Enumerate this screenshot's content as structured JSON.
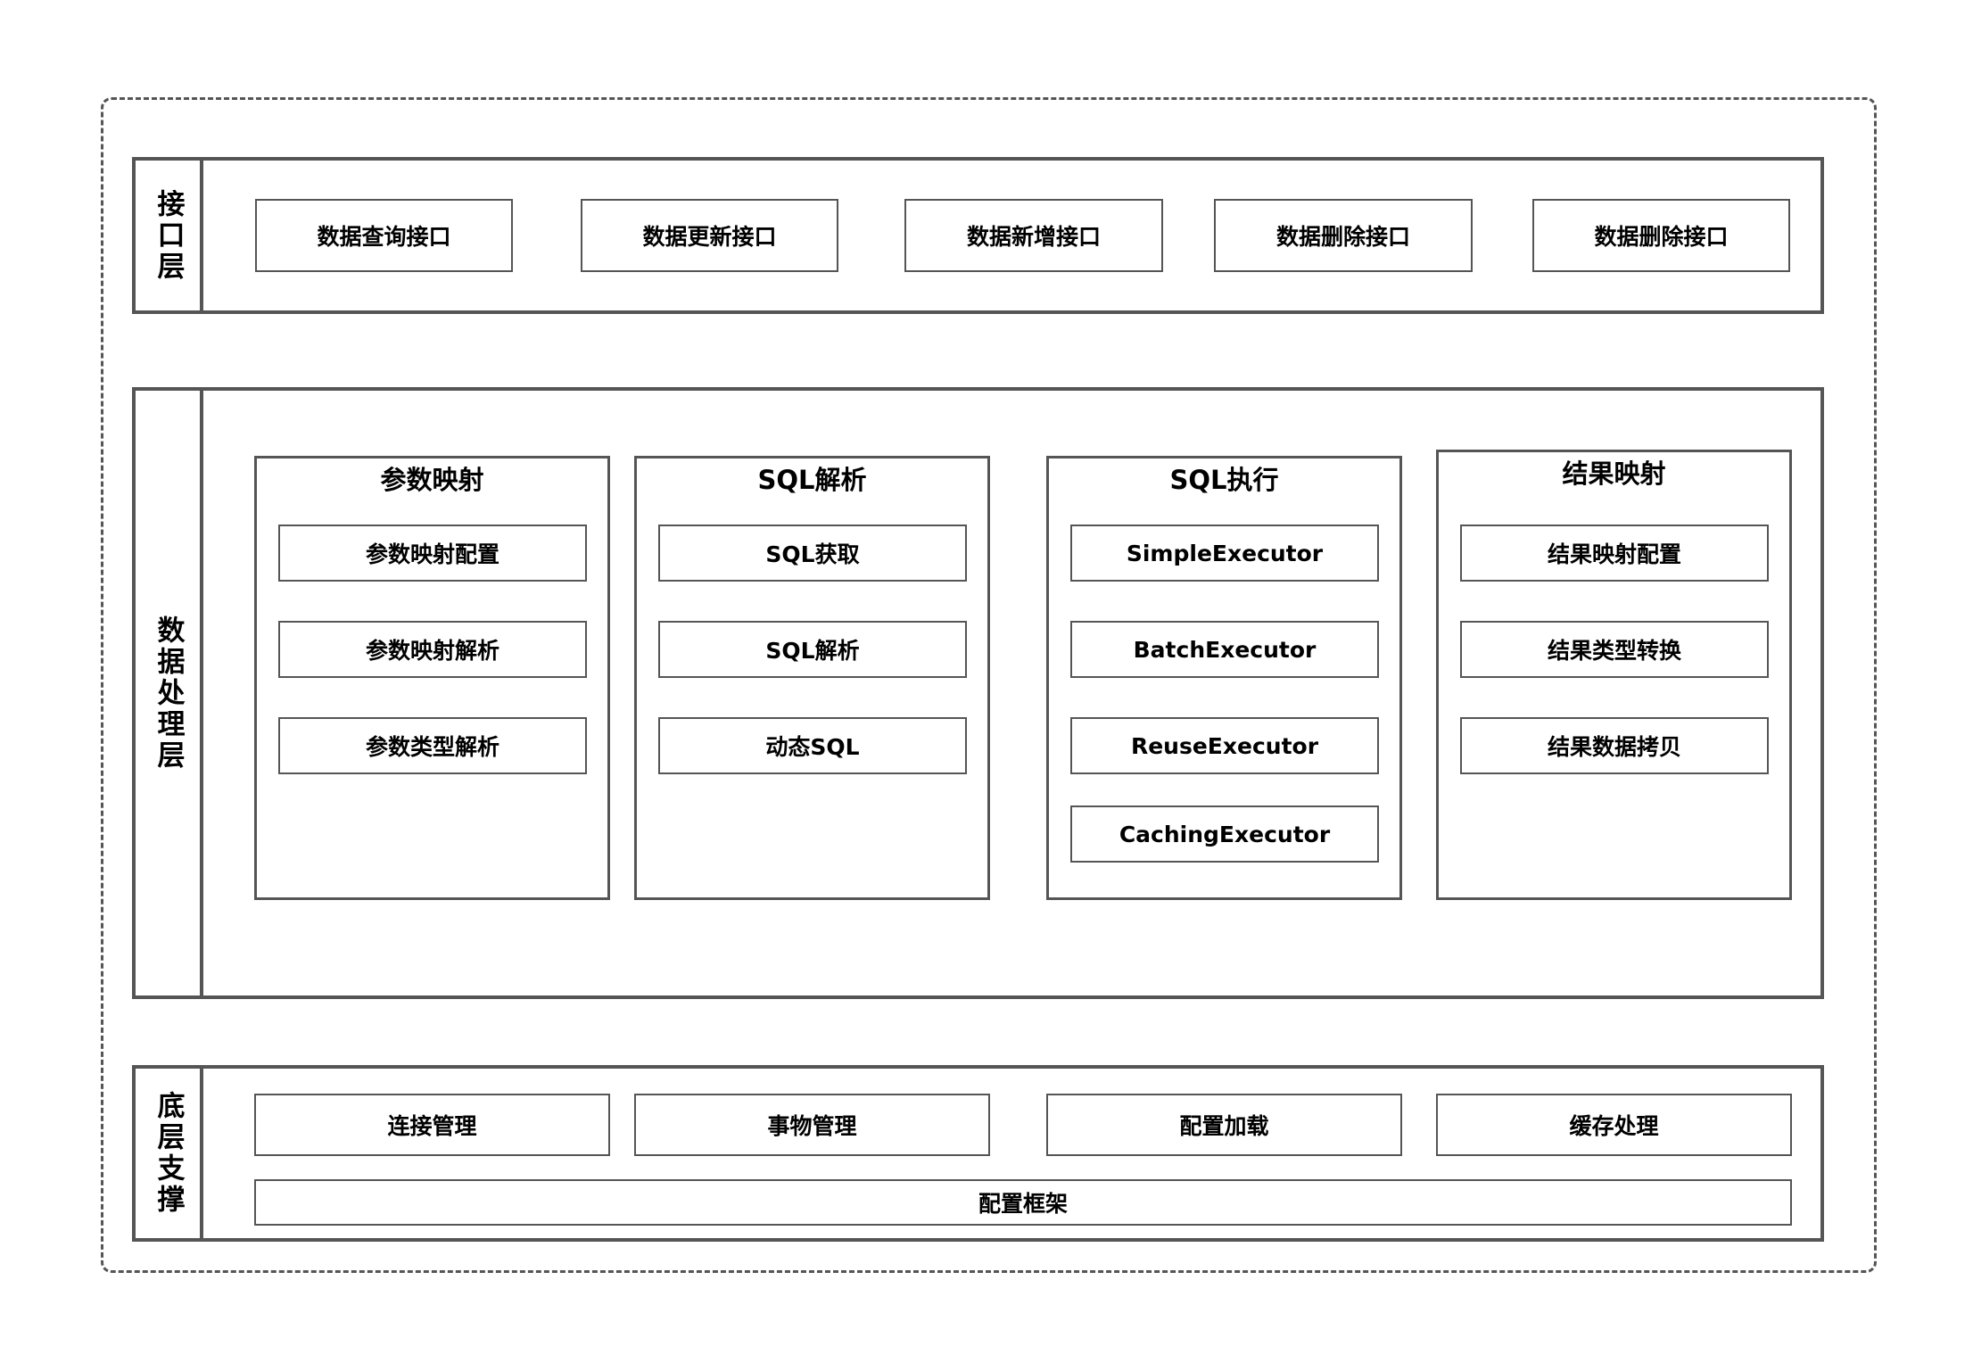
{
  "interface_layer": {
    "label": "接口层",
    "items": [
      "数据查询接口",
      "数据更新接口",
      "数据新增接口",
      "数据删除接口",
      "数据删除接口"
    ]
  },
  "processing_layer": {
    "label": "数据处理层",
    "groups": [
      {
        "title": "参数映射",
        "items": [
          "参数映射配置",
          "参数映射解析",
          "参数类型解析"
        ]
      },
      {
        "title": "SQL解析",
        "items": [
          "SQL获取",
          "SQL解析",
          "动态SQL"
        ]
      },
      {
        "title": "SQL执行",
        "items": [
          "SimpleExecutor",
          "BatchExecutor",
          "ReuseExecutor",
          "CachingExecutor"
        ]
      },
      {
        "title": "结果映射",
        "items": [
          "结果映射配置",
          "结果类型转换",
          "结果数据拷贝"
        ]
      }
    ]
  },
  "support_layer": {
    "label": "底层支撑",
    "items": [
      "连接管理",
      "事物管理",
      "配置加载",
      "缓存处理"
    ],
    "framework": "配置框架"
  }
}
